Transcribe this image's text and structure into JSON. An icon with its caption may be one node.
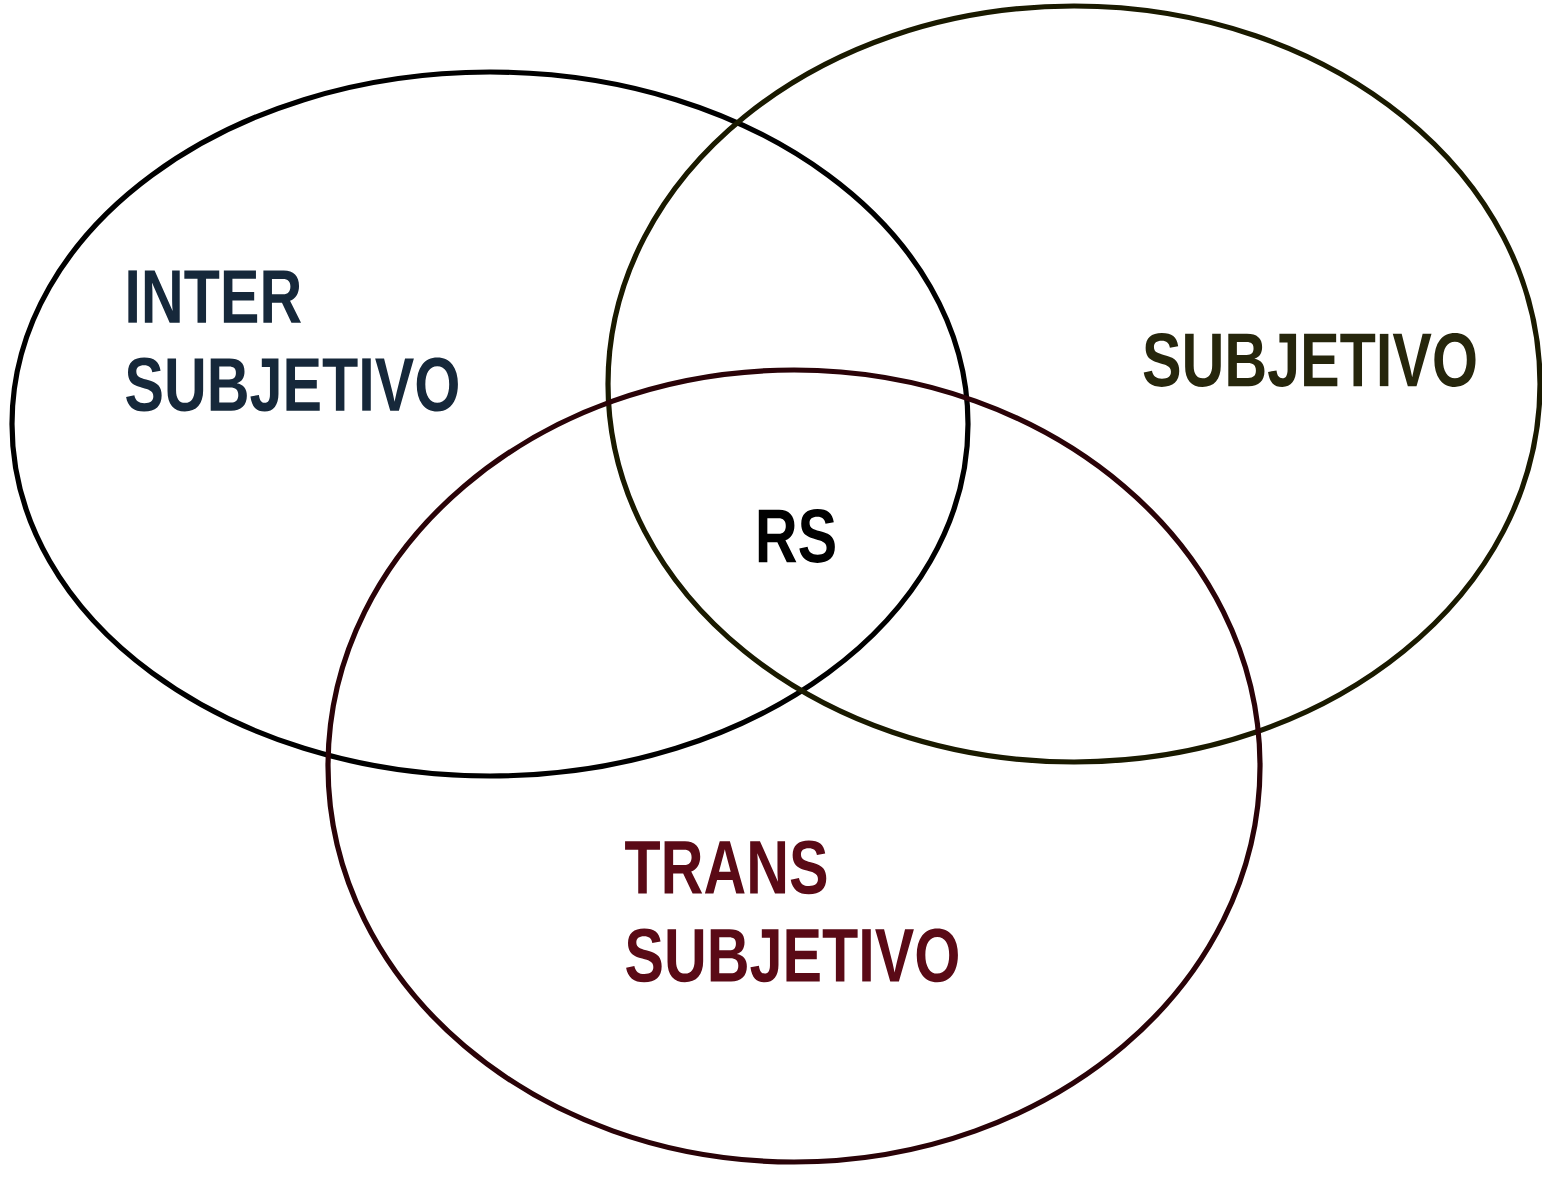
{
  "diagram": {
    "nodes": [
      {
        "text": [
          "INTER SUBJETIVO"
        ]
      },
      {
        "text": [
          "SUBJETIVO"
        ]
      },
      {
        "text": [
          "TRANS SUBJETIVO"
        ]
      }
    ],
    "labels": [
      "RS"
    ]
  }
}
